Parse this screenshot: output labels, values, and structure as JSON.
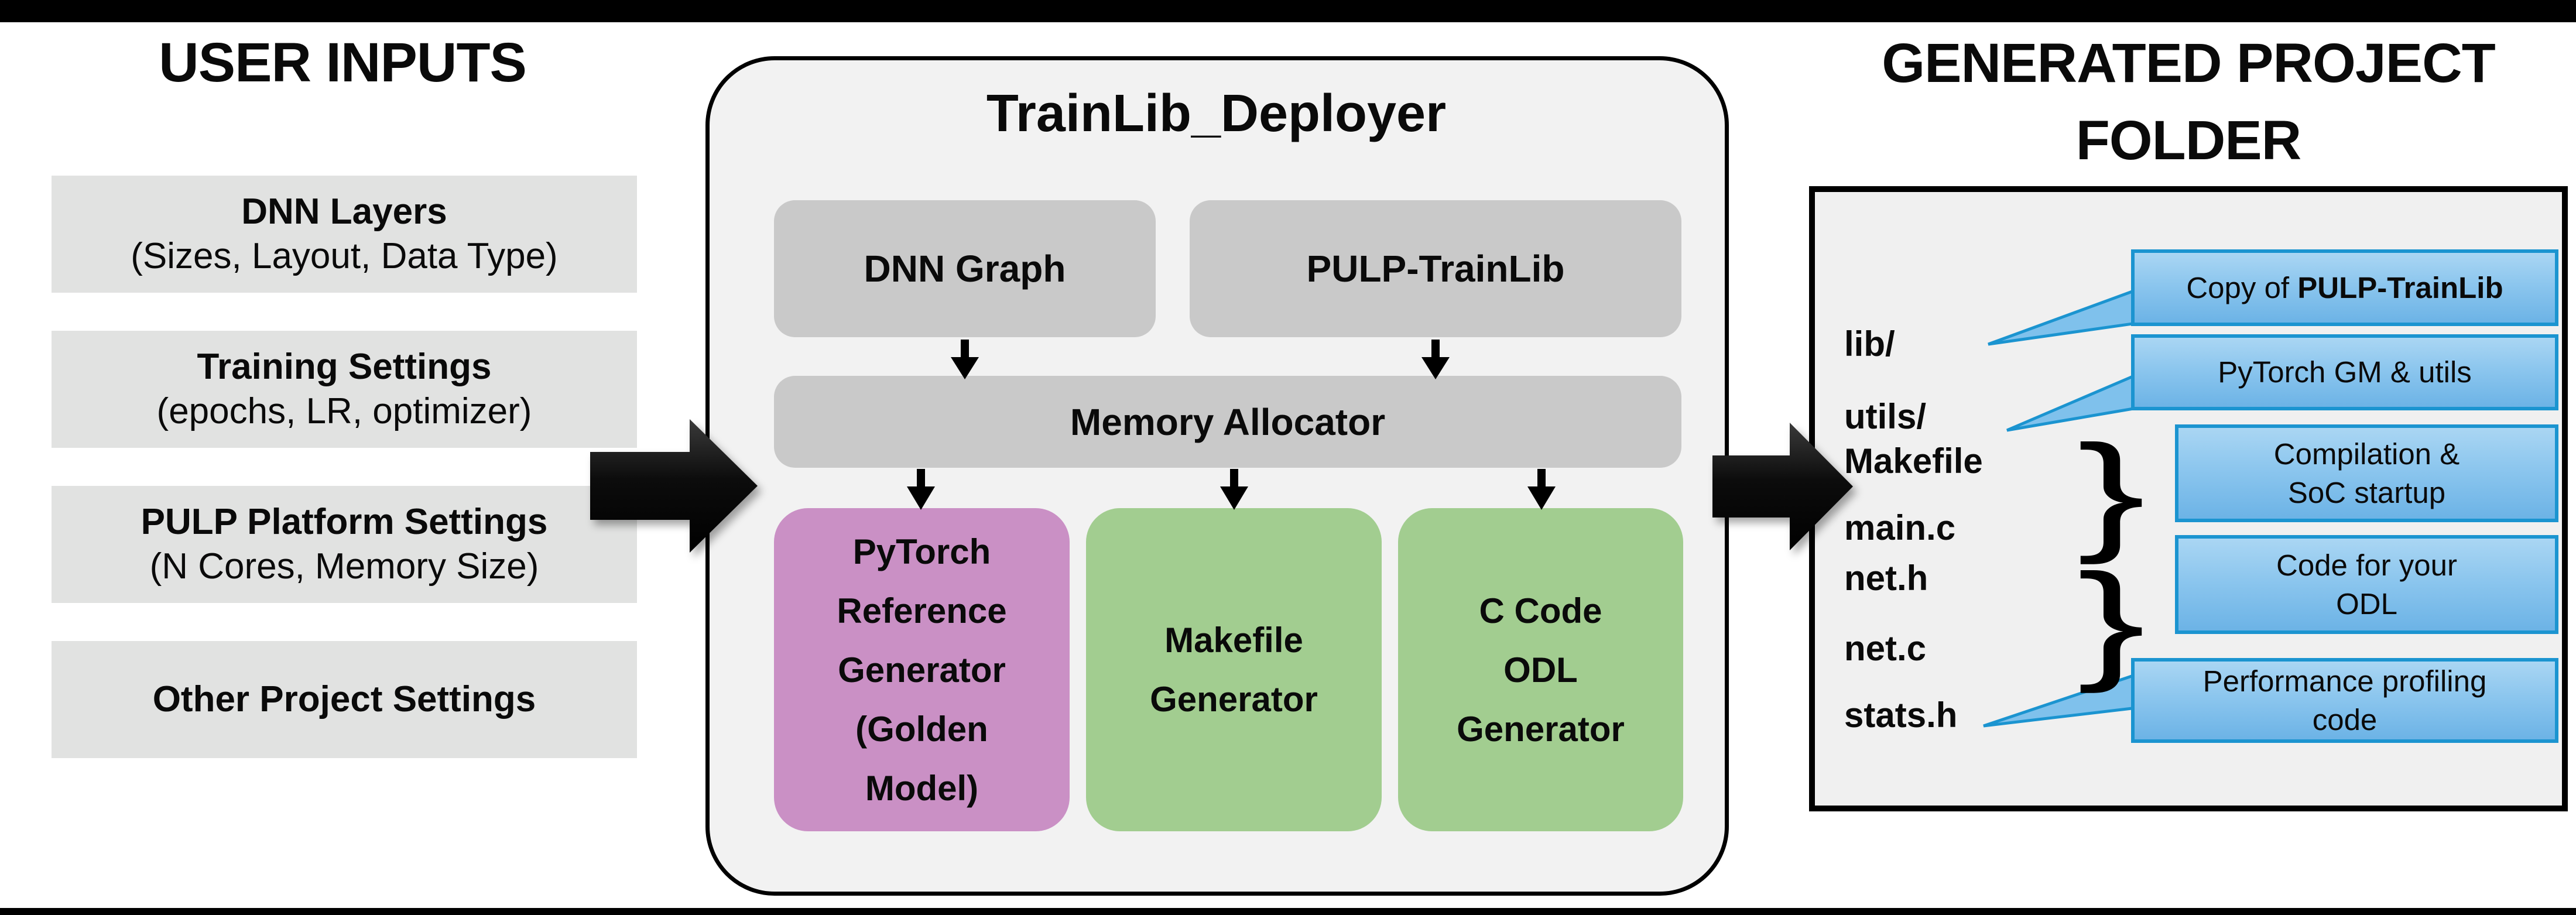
{
  "palette": {
    "top_bottom_bar": "#000000",
    "user_input_box_fill": "#e1e2e1",
    "deployer_outer_fill": "#f2f2f2",
    "inner_gray_fill": "#c9c9c9",
    "generator_purple": "#ca90c5",
    "generator_green": "#a2cd90",
    "callout_fill_top": "#aad6f3",
    "callout_fill_bottom": "#6cb3e6",
    "callout_border": "#1b94d0",
    "arrow_black": "#000000",
    "panel_fill": "#f0f0f0"
  },
  "user_inputs": {
    "title": "USER INPUTS",
    "boxes": [
      {
        "title": "DNN Layers",
        "subtitle": "(Sizes, Layout, Data Type)"
      },
      {
        "title": "Training Settings",
        "subtitle": "(epochs, LR, optimizer)"
      },
      {
        "title": "PULP Platform Settings",
        "subtitle": "(N Cores, Memory Size)"
      },
      {
        "title": "Other Project Settings",
        "subtitle": ""
      }
    ]
  },
  "deployer": {
    "title": "TrainLib_Deployer",
    "inputs": [
      {
        "label": "DNN Graph"
      },
      {
        "label": "PULP-TrainLib"
      }
    ],
    "allocator": {
      "label": "Memory Allocator"
    },
    "generators": [
      {
        "lines": [
          "PyTorch",
          "Reference",
          "Generator",
          "(Golden",
          "Model)"
        ],
        "color": "purple"
      },
      {
        "lines": [
          "Makefile",
          "Generator"
        ],
        "color": "green"
      },
      {
        "lines": [
          "C Code",
          "ODL",
          "Generator"
        ],
        "color": "green"
      }
    ]
  },
  "project": {
    "title_line1": "GENERATED PROJECT",
    "title_line2": "FOLDER",
    "files": [
      {
        "name": "lib/"
      },
      {
        "name": "utils/"
      },
      {
        "name": "Makefile"
      },
      {
        "name": "main.c"
      },
      {
        "name": "net.h"
      },
      {
        "name": "net.c"
      },
      {
        "name": "stats.h"
      }
    ],
    "callouts": [
      {
        "prefix": "Copy of ",
        "bold": "PULP-TrainLib"
      },
      {
        "line1": "PyTorch GM & utils",
        "line2": ""
      },
      {
        "line1": "Compilation &",
        "line2": "SoC startup"
      },
      {
        "line1": "Code for your",
        "line2": "ODL"
      },
      {
        "line1": "Performance profiling",
        "line2": "code"
      }
    ],
    "brace_glyph": "}"
  }
}
